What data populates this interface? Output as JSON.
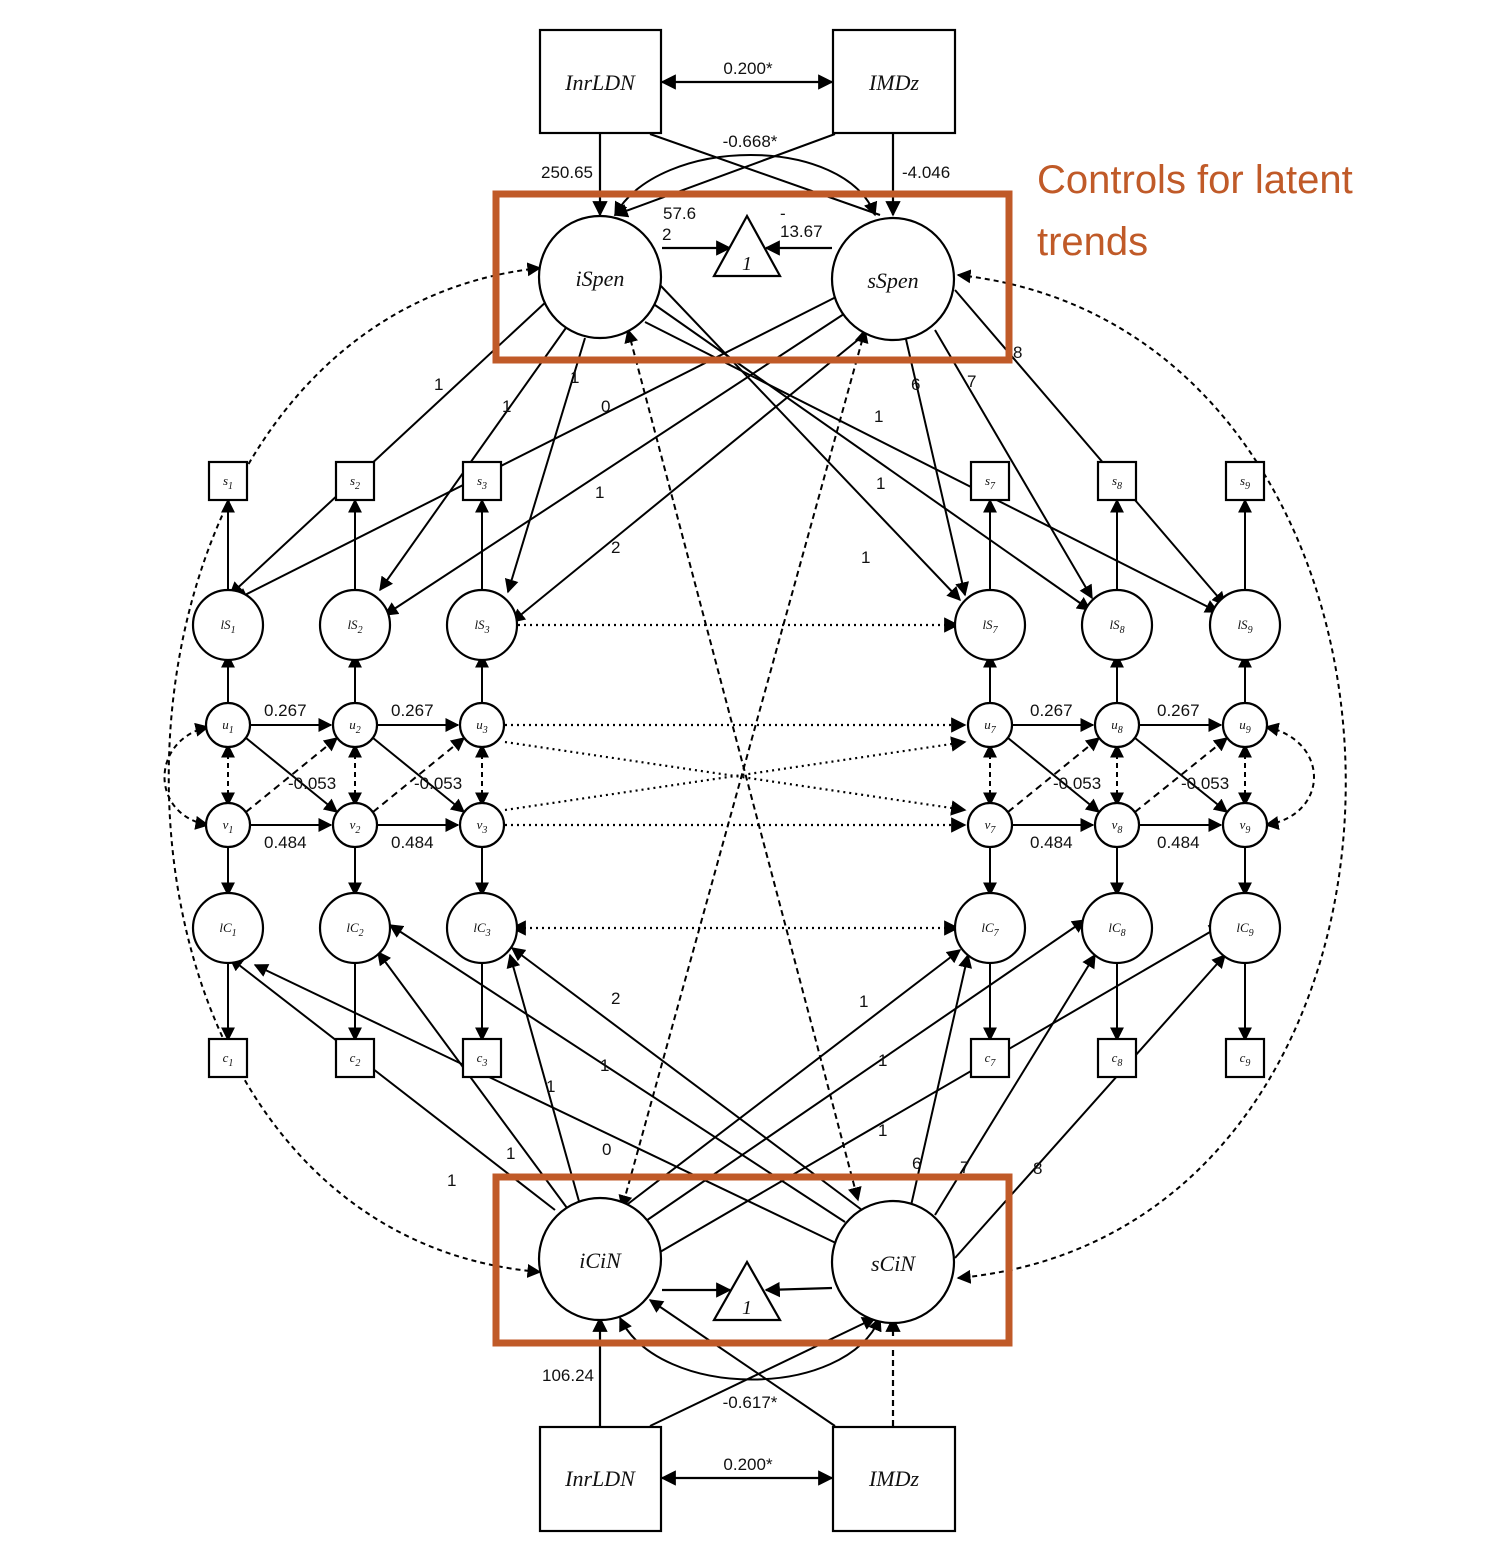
{
  "callout": {
    "line1": "Controls for latent",
    "line2": "trends",
    "color": "#c05a28"
  },
  "top": {
    "left_box": "InrLDN",
    "right_box": "IMDz",
    "box_cov": "0.200*",
    "latent_cov": "-0.668*",
    "path_left": "250.65",
    "path_right": "-4.046",
    "intercept_left_a": "57.6",
    "intercept_left_b": "2",
    "intercept_right_dash": "-",
    "intercept_right": "13.67",
    "latent_left": "iSpen",
    "latent_right": "sSpen",
    "triangle": "1"
  },
  "bottom": {
    "left_box": "InrLDN",
    "right_box": "IMDz",
    "box_cov": "0.200*",
    "latent_cov": "-0.617*",
    "path_left": "106.24",
    "latent_left": "iCiN",
    "latent_right": "sCiN",
    "triangle": "1"
  },
  "loadings": {
    "top_i": [
      "1",
      "1",
      "1"
    ],
    "top_s": [
      "0",
      "1",
      "2"
    ],
    "top_i_right": [
      "1",
      "1",
      "1"
    ],
    "top_s_right": [
      "6",
      "7",
      "8"
    ],
    "bottom_i": [
      "1",
      "1",
      "1"
    ],
    "bottom_s": [
      "0",
      "1",
      "2"
    ],
    "bottom_i_right": [
      "1",
      "1",
      "1"
    ],
    "bottom_s_right": [
      "6",
      "7",
      "8"
    ]
  },
  "nodes": {
    "s": [
      "s1",
      "s2",
      "s3",
      "s7",
      "s8",
      "s9"
    ],
    "lS": [
      "lS1",
      "lS2",
      "lS3",
      "lS7",
      "lS8",
      "lS9"
    ],
    "u": [
      "u1",
      "u2",
      "u3",
      "u7",
      "u8",
      "u9"
    ],
    "v": [
      "v1",
      "v2",
      "v3",
      "v7",
      "v8",
      "v9"
    ],
    "lC": [
      "lC1",
      "lC2",
      "lC3",
      "lC7",
      "lC8",
      "lC9"
    ],
    "c": [
      "c1",
      "c2",
      "c3",
      "c7",
      "c8",
      "c9"
    ]
  },
  "coefficients": {
    "u_ar": "0.267",
    "v_ar": "0.484",
    "cross": "-0.053"
  }
}
